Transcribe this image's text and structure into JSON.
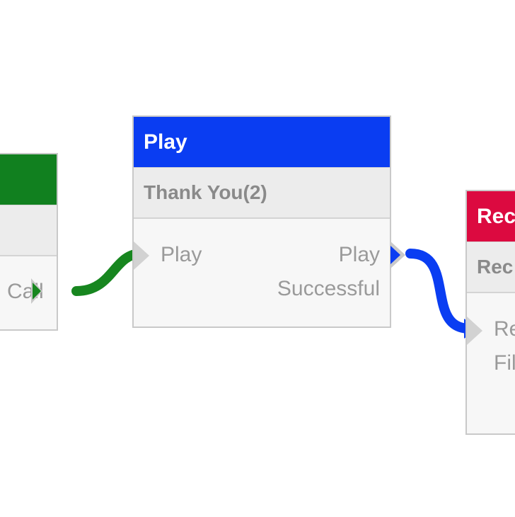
{
  "nodes": {
    "start": {
      "header_color": "#11801f",
      "output_label": "Call"
    },
    "play": {
      "header_color": "#0a3df2",
      "title": "Play",
      "subtitle": "Thank You(2)",
      "input_label": "Play",
      "output_label_line1": "Play",
      "output_label_line2": "Successful"
    },
    "record": {
      "header_color": "#dc0a40",
      "title": "Rec",
      "subtitle": "Rec",
      "input_label_line1": "Re",
      "input_label_line2": "Fil"
    }
  },
  "connectors": [
    {
      "from": "start.output",
      "to": "play.input",
      "color": "#17861f"
    },
    {
      "from": "play.output",
      "to": "record.input",
      "color": "#0a3df2"
    }
  ]
}
